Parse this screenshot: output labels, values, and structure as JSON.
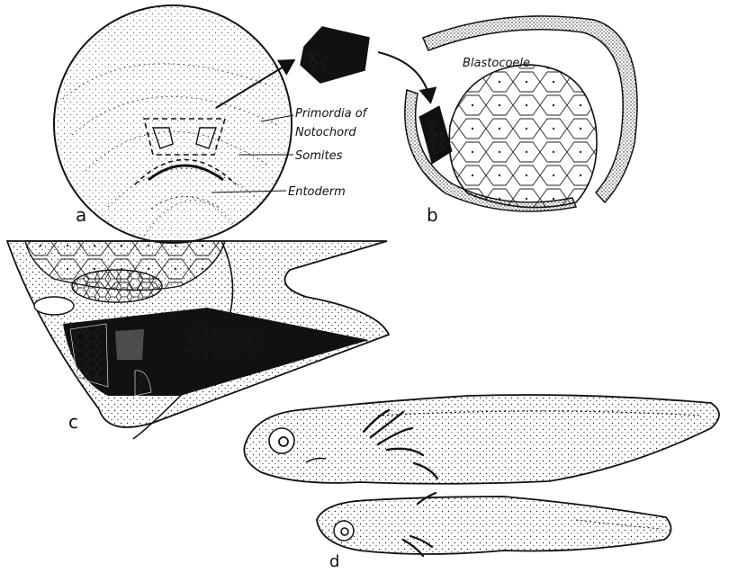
{
  "panels": {
    "a": {
      "label": "a",
      "annotations": [
        "Primordia of",
        "Notochord",
        "Somites",
        "Entoderm"
      ]
    },
    "b": {
      "label": "b",
      "annotations": [
        "Blastocoele"
      ]
    },
    "c": {
      "label": "c"
    },
    "d": {
      "label": "d"
    }
  },
  "colors": {
    "ink": "#111111",
    "paper": "#ffffff"
  }
}
